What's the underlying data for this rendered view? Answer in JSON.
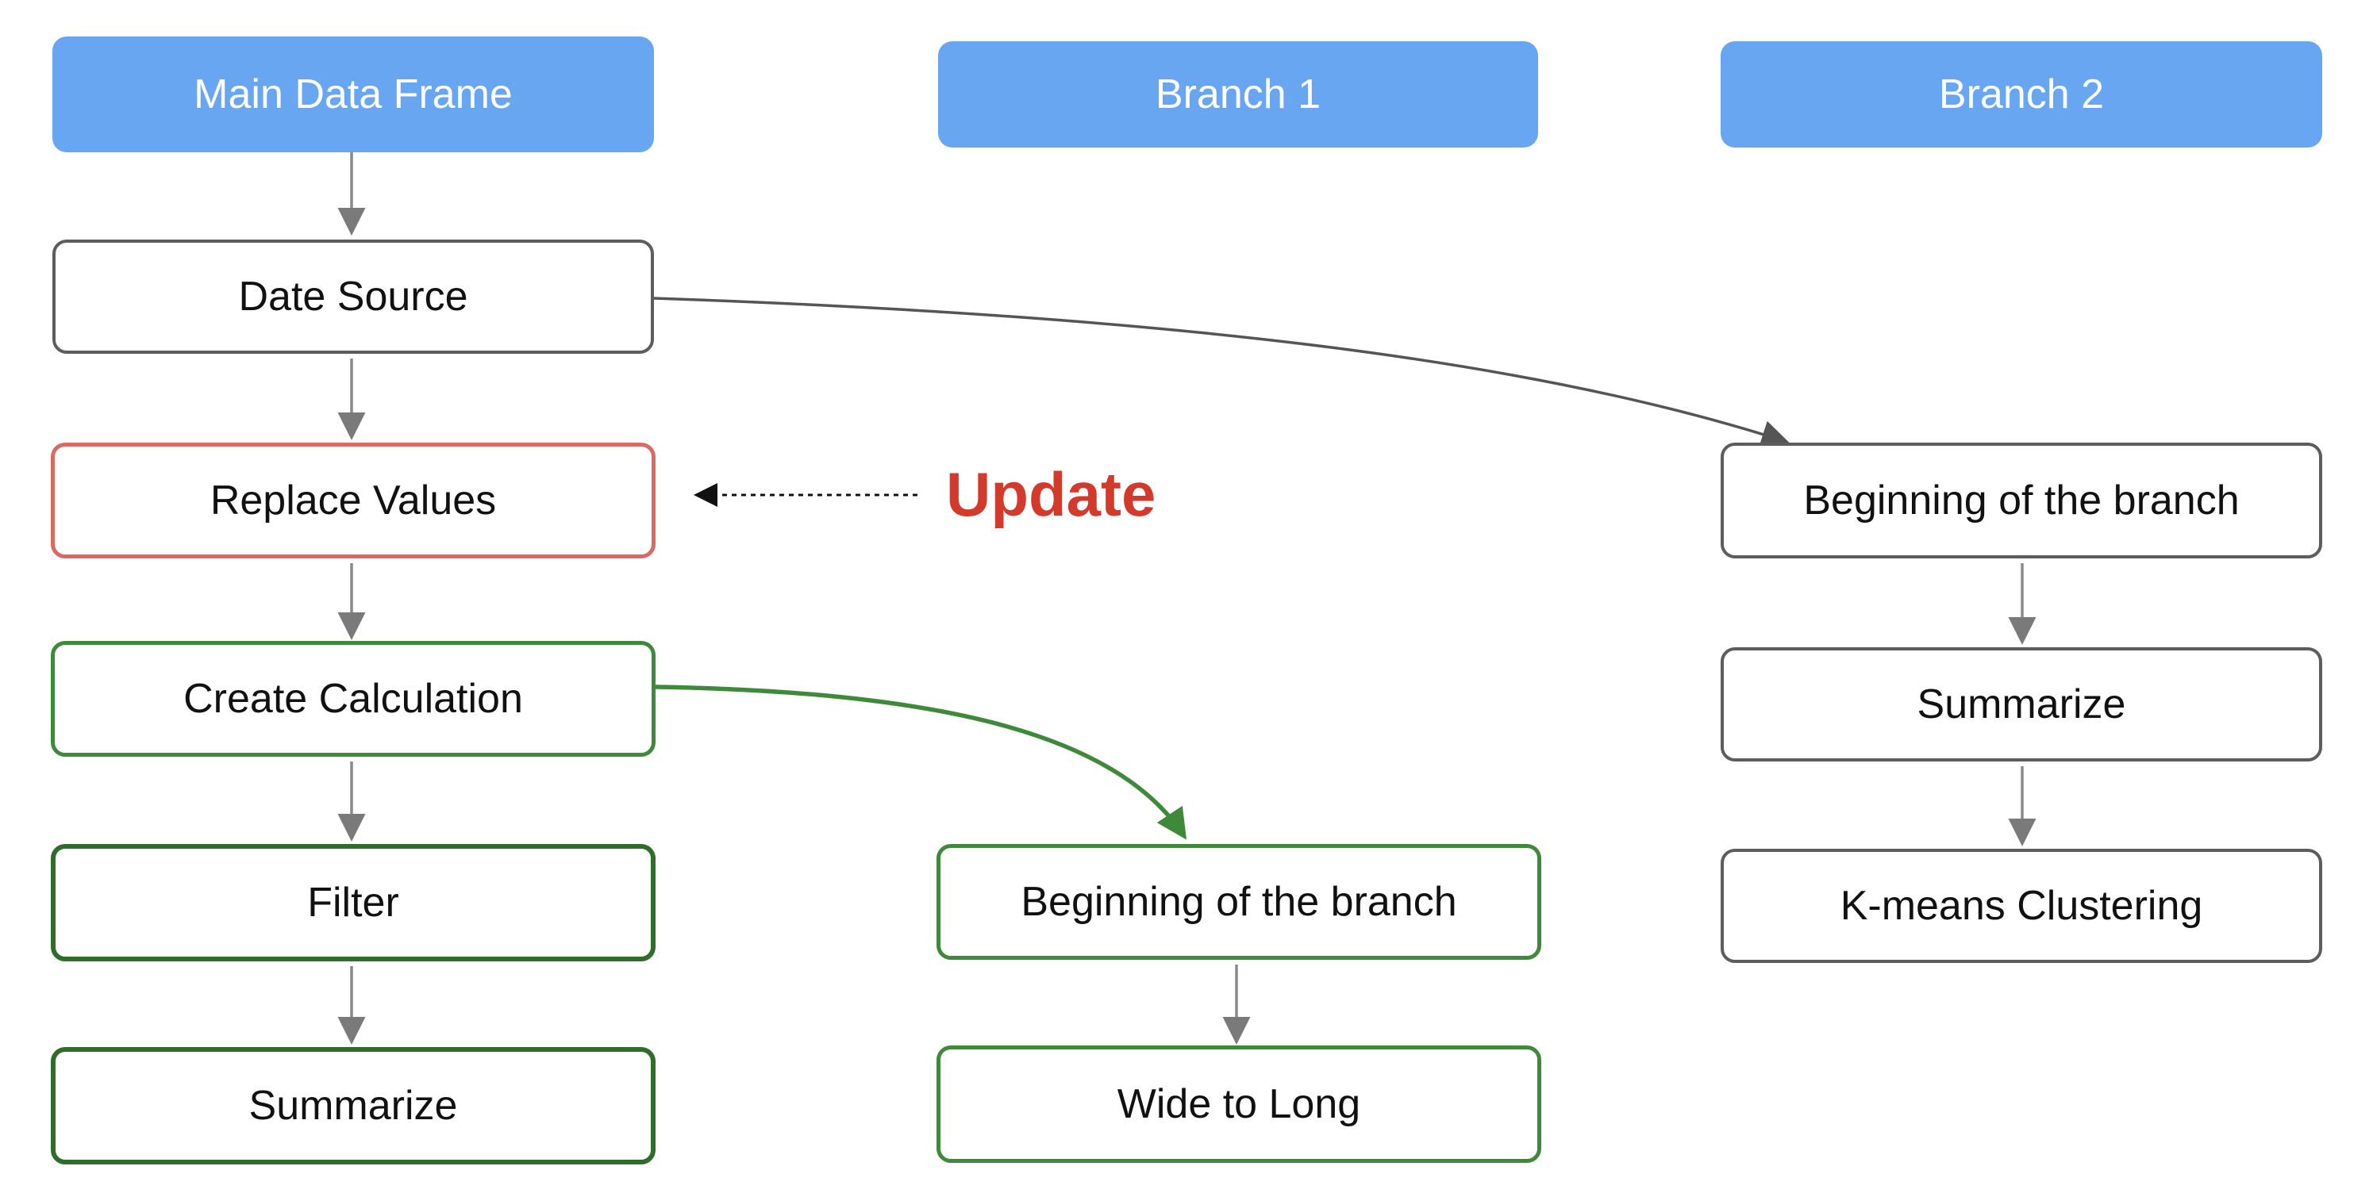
{
  "headers": {
    "main": "Main Data Frame",
    "branch1": "Branch 1",
    "branch2": "Branch 2"
  },
  "main_column": {
    "date_source": "Date Source",
    "replace_values": "Replace Values",
    "create_calculation": "Create Calculation",
    "filter": "Filter",
    "summarize": "Summarize"
  },
  "branch1": {
    "beginning": "Beginning of the branch",
    "wide_to_long": "Wide to Long"
  },
  "branch2": {
    "beginning": "Beginning of the branch",
    "summarize": "Summarize",
    "kmeans": "K-means Clustering"
  },
  "annotation": {
    "update": "Update"
  },
  "colors": {
    "header_fill": "#68a6f2",
    "update_text": "#d33a2c",
    "highlight_red_border": "#d86a62",
    "green_border": "#3f8a3a",
    "gray_border": "#5d5d5d",
    "connector_gray": "#8a8a8a",
    "connector_green": "#3f8a3a"
  }
}
